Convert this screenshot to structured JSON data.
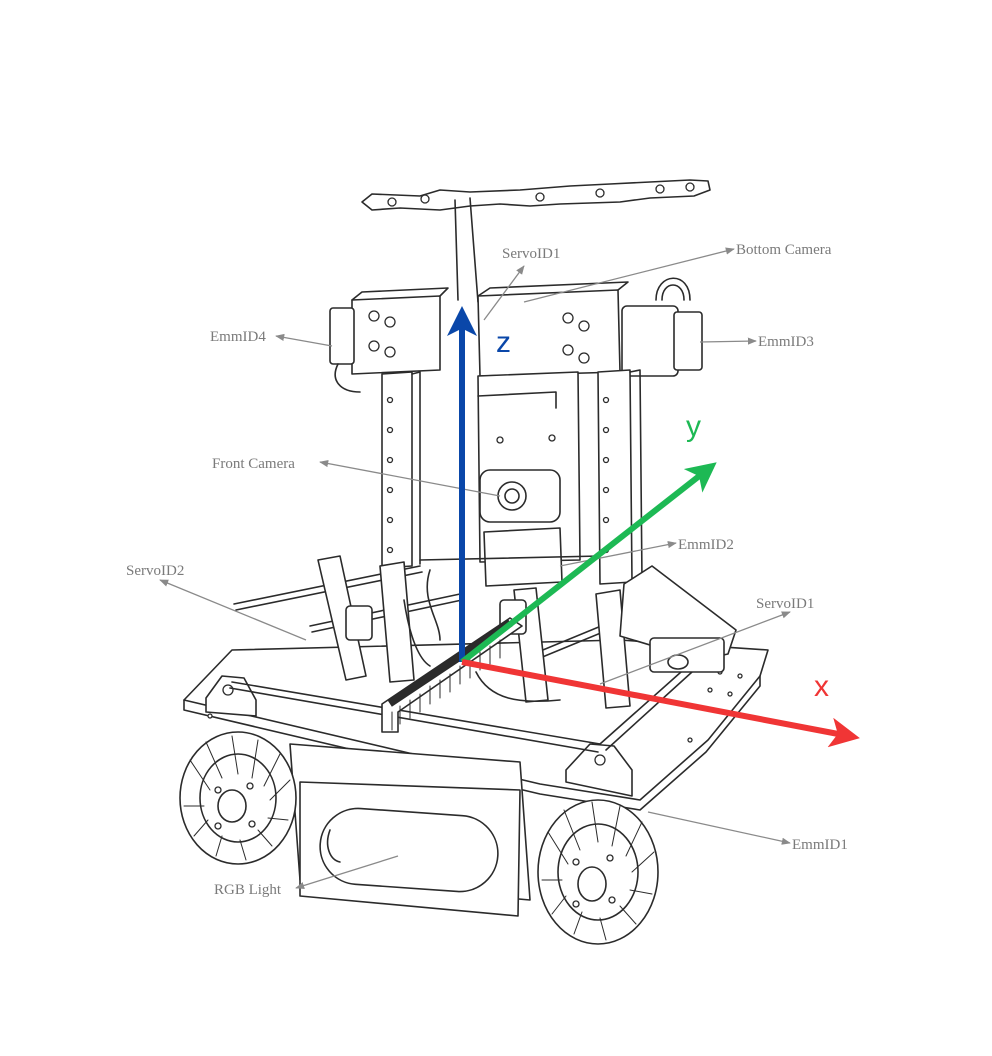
{
  "callouts": {
    "servo_id1_top": "ServoID1",
    "bottom_camera": "Bottom Camera",
    "emm_id4": "EmmID4",
    "emm_id3": "EmmID3",
    "front_camera": "Front Camera",
    "emm_id2": "EmmID2",
    "servo_id2": "ServoID2",
    "servo_id1_side": "ServoID1",
    "emm_id1": "EmmID1",
    "rgb_light": "RGB Light"
  },
  "axes": {
    "x": {
      "label": "x",
      "color": "#f03535"
    },
    "y": {
      "label": "y",
      "color": "#1db954"
    },
    "z": {
      "label": "z",
      "color": "#0a47a9"
    }
  },
  "colors": {
    "line_art": "#2b2b2b",
    "callout_text": "#7a7a7a",
    "leader": "#8a8a8a",
    "background": "#ffffff"
  }
}
